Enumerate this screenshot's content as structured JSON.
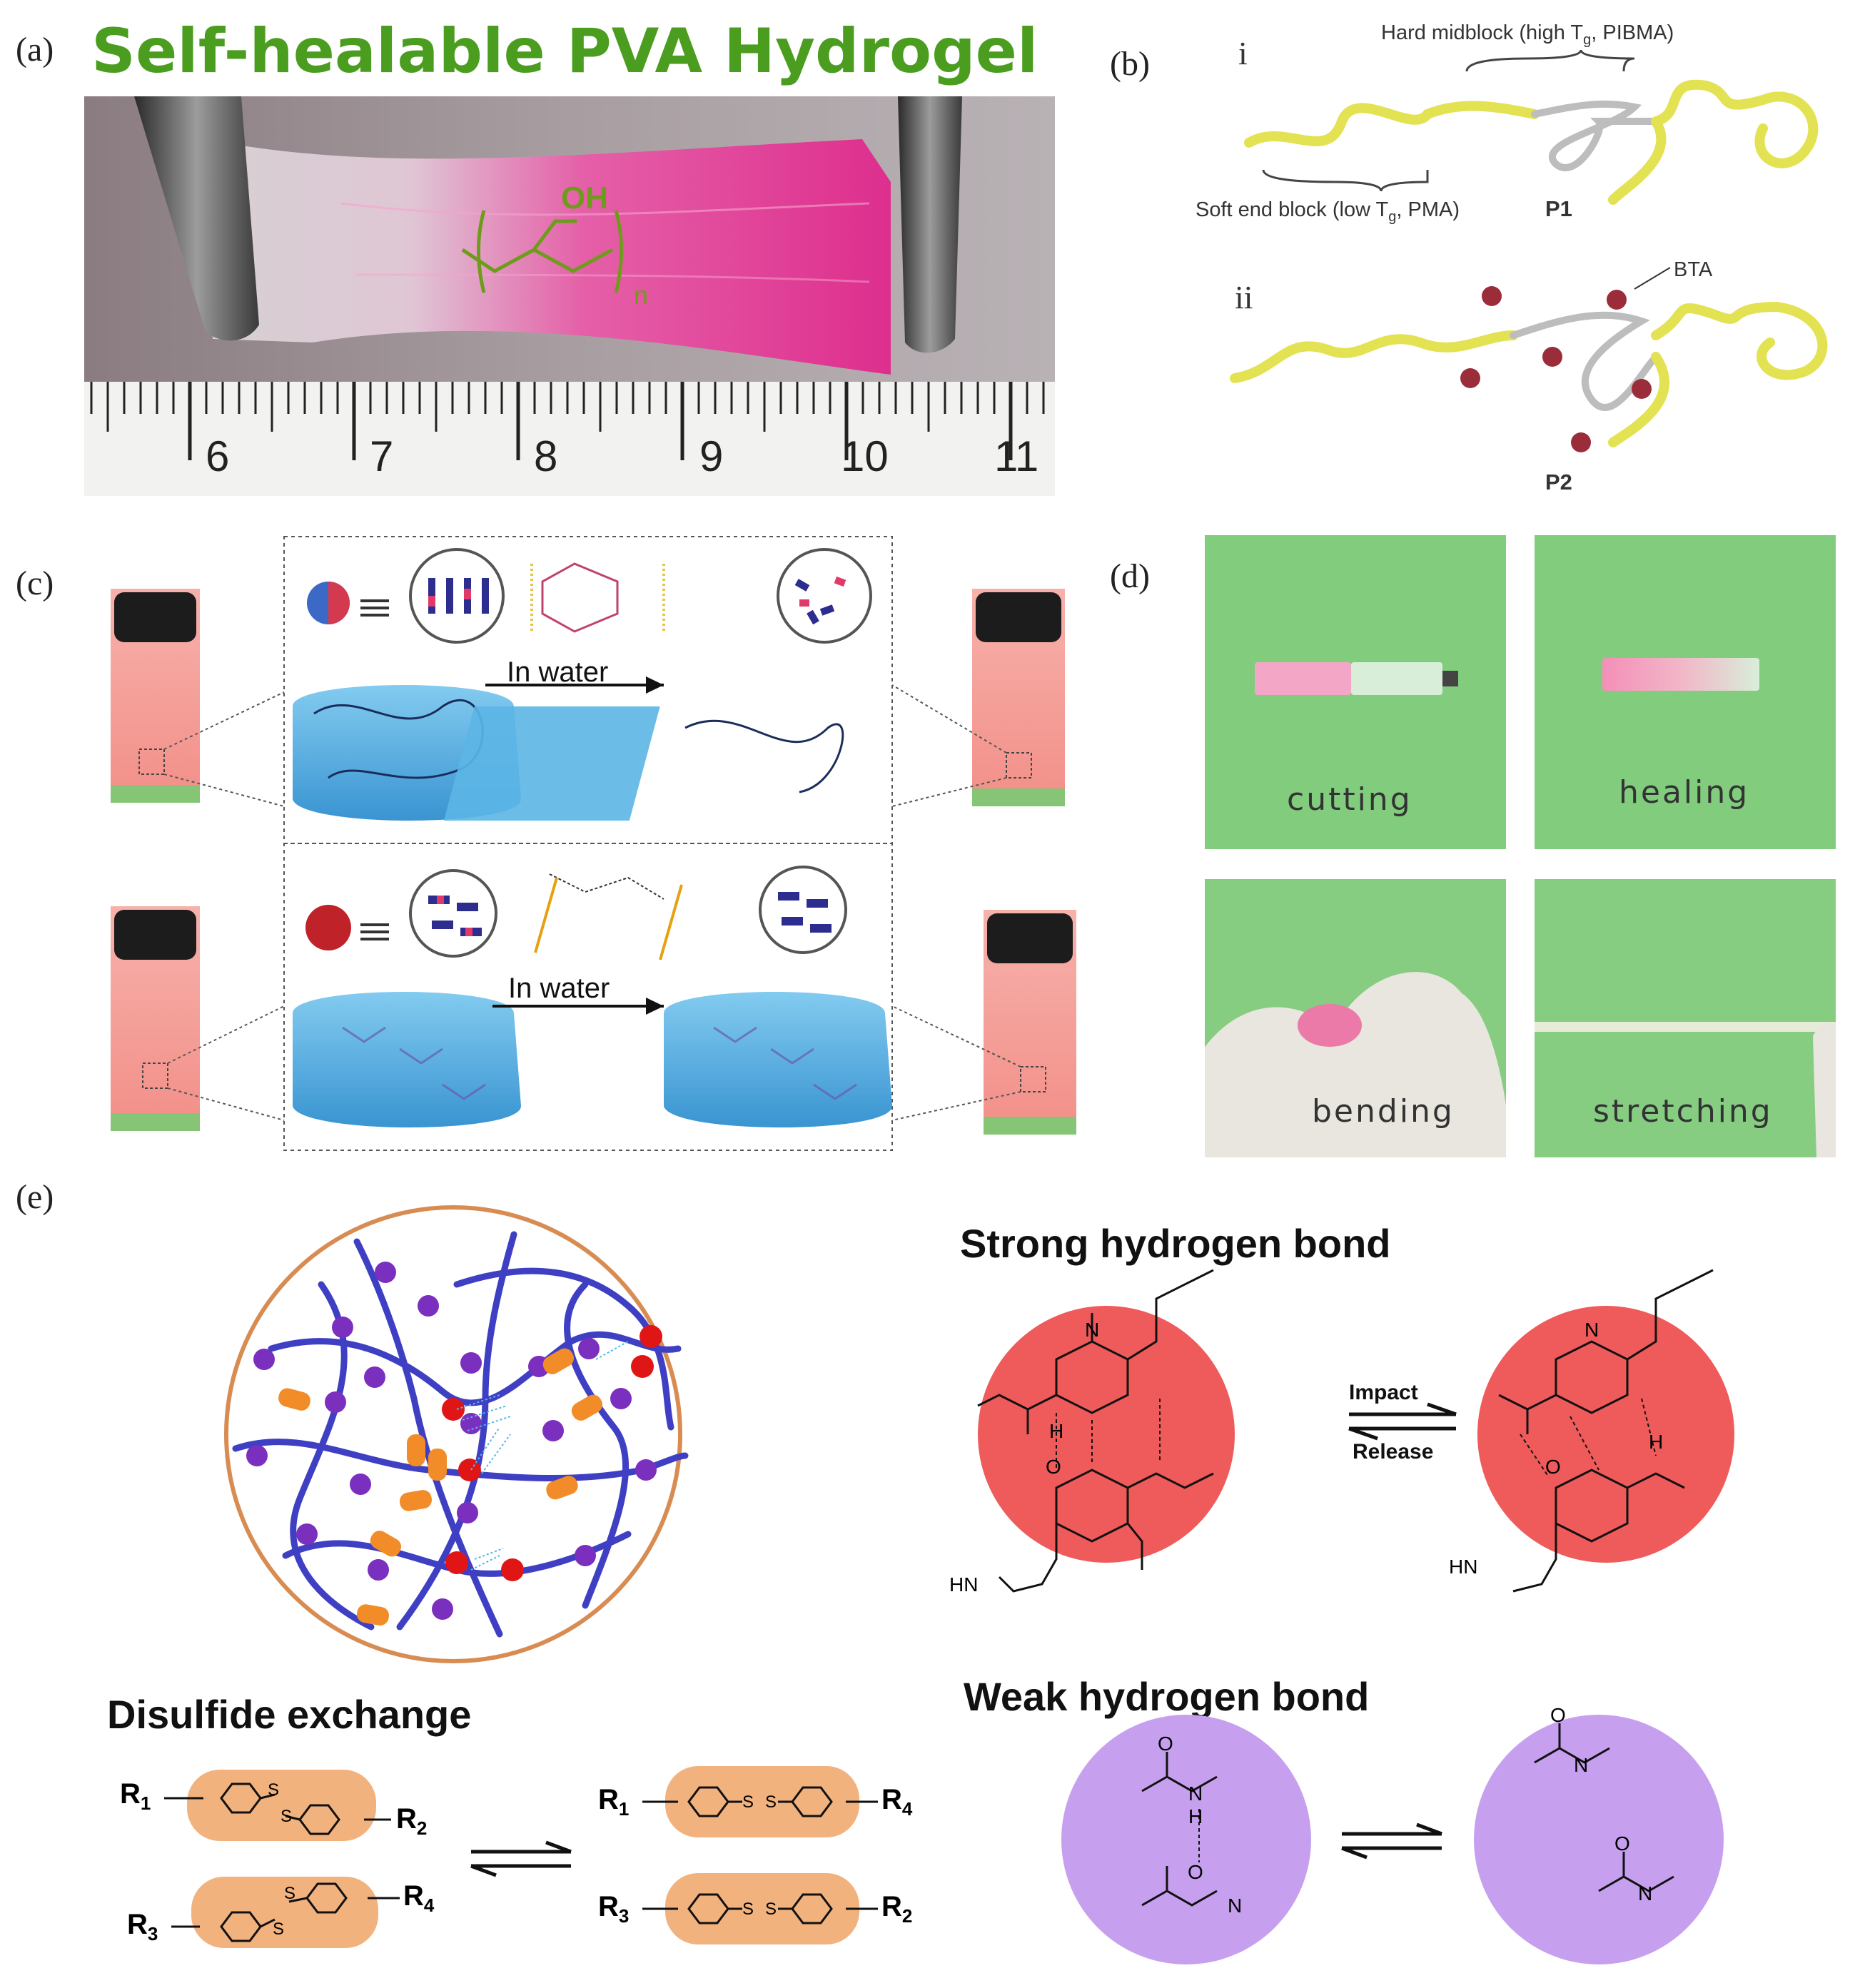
{
  "panel_a": {
    "label": "(a)",
    "title": "Self-healable PVA Hydrogel",
    "chem_oh": "OH",
    "chem_n": "n",
    "ruler_numbers": [
      "6",
      "7",
      "8",
      "9",
      "10",
      "11"
    ]
  },
  "panel_b": {
    "label": "(b)",
    "sub_i": "i",
    "sub_ii": "ii",
    "hard_midblock": "Hard midblock (high T",
    "hard_midblock_sub": "g",
    "hard_midblock_end": ", PIBMA)",
    "soft_endblock": "Soft end block (low T",
    "soft_endblock_sub": "g",
    "soft_endblock_end": ", PMA)",
    "p1": "P1",
    "p2": "P2",
    "bta": "BTA"
  },
  "panel_c": {
    "label": "(c)",
    "in_water_top": "In water",
    "in_water_bottom": "In water"
  },
  "panel_d": {
    "label": "(d)",
    "cutting": "cutting",
    "healing": "healing",
    "bending": "bending",
    "stretching": "stretching"
  },
  "panel_e": {
    "label": "(e)",
    "strong_title": "Strong hydrogen bond",
    "weak_title": "Weak hydrogen bond",
    "disulfide_title": "Disulfide exchange",
    "impact": "Impact",
    "release": "Release",
    "r1": "R",
    "r1_sub": "1",
    "r2": "R",
    "r2_sub": "2",
    "r3": "R",
    "r3_sub": "3",
    "r4": "R",
    "r4_sub": "4",
    "s": "S",
    "o": "O",
    "n": "N",
    "h": "H",
    "hn": "HN"
  },
  "colors": {
    "title_green": "#4a9d1f",
    "hydrogel_pink": "#e2489a",
    "bg_green": "#7fcb7a",
    "strong_red": "#ef5a5a",
    "weak_purple": "#c6a0ef",
    "disulfide_orange": "#f2b27e",
    "network_blue": "#3f3fc4",
    "network_purple_node": "#7b2fbe",
    "network_red_node": "#e01515",
    "network_orange_link": "#f28c28",
    "gel_blue": "#4aa8dc",
    "vial_pink": "#f5a09a"
  }
}
